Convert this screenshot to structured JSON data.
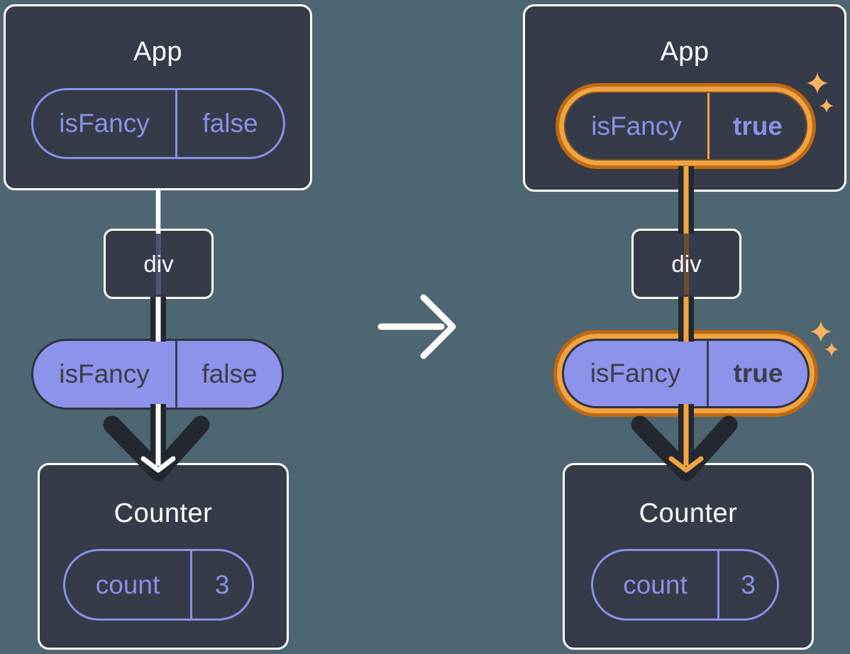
{
  "diagram": {
    "transition_arrow_icon": "right-arrow",
    "sparkle_icon": "four-point-star",
    "before": {
      "app": {
        "title": "App",
        "state_pill": {
          "name": "isFancy",
          "value": "false"
        }
      },
      "middle_node": {
        "label": "div"
      },
      "prop_pill": {
        "name": "isFancy",
        "value": "false"
      },
      "counter": {
        "title": "Counter",
        "state_pill": {
          "name": "count",
          "value": "3"
        }
      }
    },
    "after": {
      "app": {
        "title": "App",
        "state_pill": {
          "name": "isFancy",
          "value": "true"
        }
      },
      "middle_node": {
        "label": "div"
      },
      "prop_pill": {
        "name": "isFancy",
        "value": "true"
      },
      "counter": {
        "title": "Counter",
        "state_pill": {
          "name": "count",
          "value": "3"
        }
      }
    },
    "colors": {
      "background": "#4e6671",
      "card_fill": "#353b48",
      "card_border": "#ffffff",
      "purple_fill": "#8d92ea",
      "purple_stroke": "#8a91e6",
      "dark_text": "#3a3f4b",
      "connector_dark": "#23272f",
      "highlight_orange_dark": "#c0690f",
      "highlight_orange_light": "#f0a341",
      "sparkle": "#f7b262"
    }
  }
}
